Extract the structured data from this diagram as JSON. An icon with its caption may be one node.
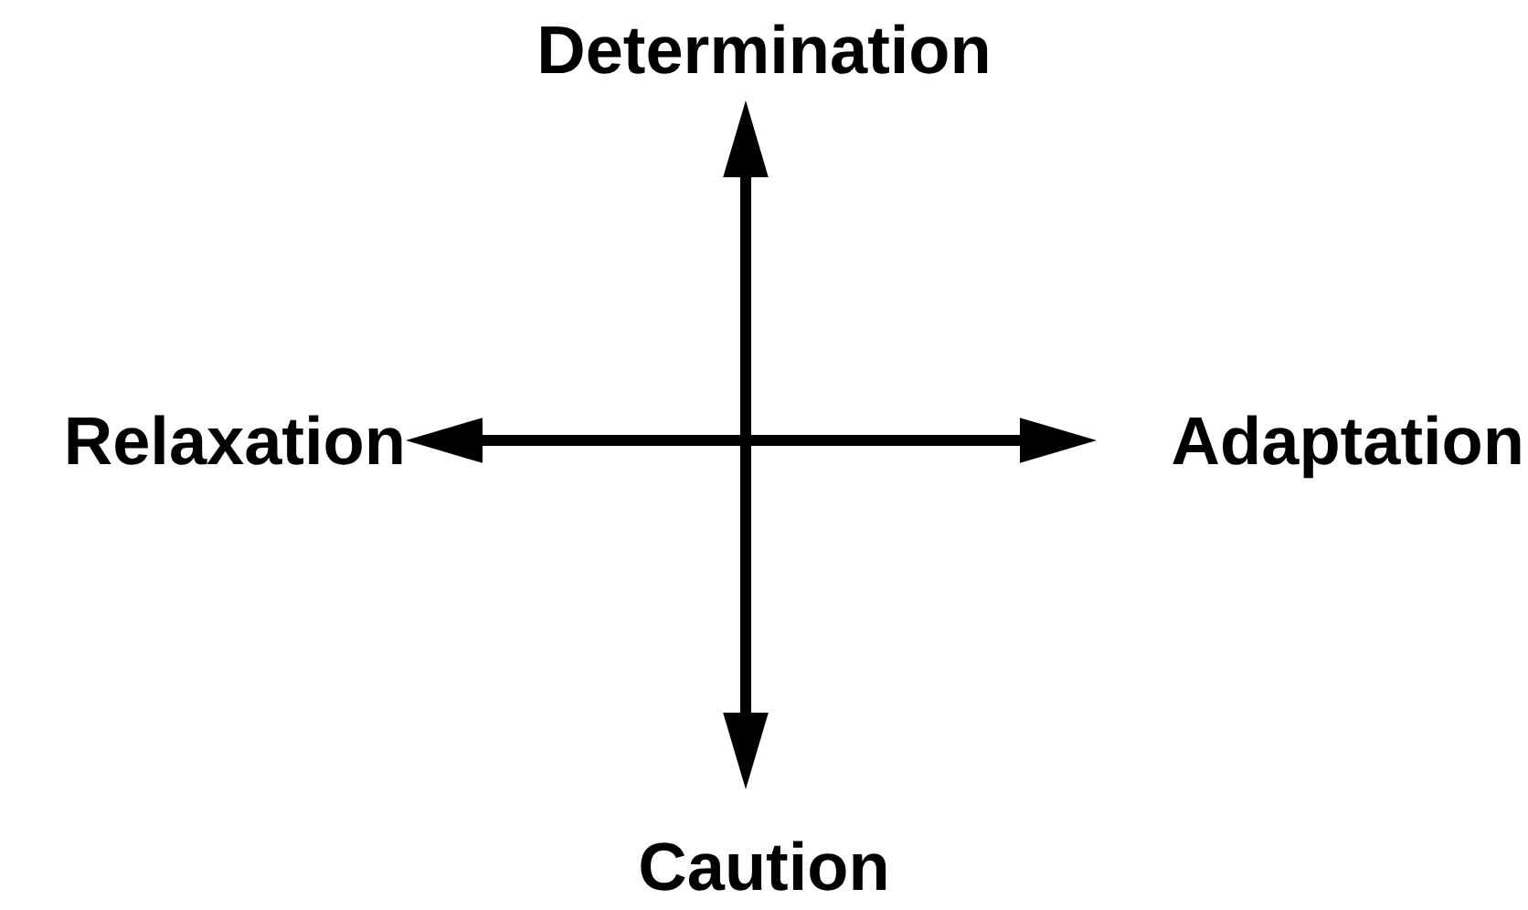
{
  "diagram": {
    "nodes": [
      {
        "text": [
          "Determination"
        ]
      },
      {
        "text": [
          "Caution"
        ]
      },
      {
        "text": [
          "Relaxation"
        ]
      },
      {
        "text": [
          "Adaptation"
        ]
      }
    ],
    "edges": [
      {
        "from": 0,
        "to": 1,
        "arrow": "both"
      },
      {
        "from": 2,
        "to": 3,
        "arrow": "both"
      }
    ]
  }
}
